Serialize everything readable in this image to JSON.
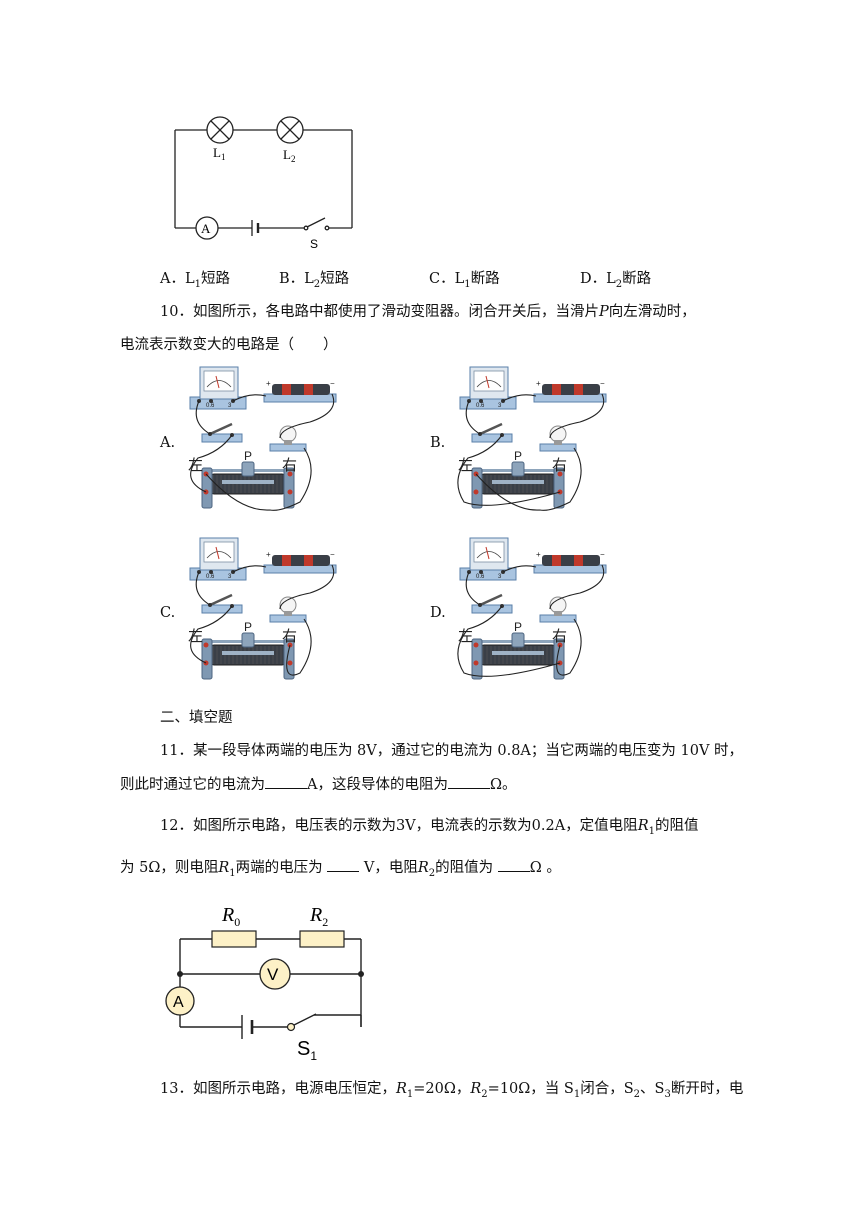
{
  "q9": {
    "circuit": {
      "l1": "L",
      "l1_sub": "1",
      "l2": "L",
      "l2_sub": "2",
      "ammeter": "A",
      "switch": "S"
    },
    "options": [
      {
        "letter": "A．",
        "pre": "L",
        "sub": "1",
        "post": "短路"
      },
      {
        "letter": "B．",
        "pre": "L",
        "sub": "2",
        "post": "短路"
      },
      {
        "letter": "C．",
        "pre": "L",
        "sub": "1",
        "post": "断路"
      },
      {
        "letter": "D．",
        "pre": "L",
        "sub": "2",
        "post": "断路"
      }
    ]
  },
  "q10": {
    "line1_a": "10．如图所示，各电路中都使用了滑动变阻器。闭合开关后，当滑片",
    "line1_p": "P",
    "line1_b": "向左滑动时，",
    "line2": "电流表示数变大的电路是（　　）",
    "labels": [
      "A.",
      "B.",
      "C.",
      "D."
    ],
    "left": "左",
    "right": "右",
    "slider": "P",
    "meter_scale_a": "0.6",
    "meter_scale_b": "3",
    "battery_plus": "+",
    "battery_minus": "−"
  },
  "section2": {
    "title": "二、填空题"
  },
  "q11": {
    "line1": "11．某一段导体两端的电压为 8V，通过它的电流为 0.8A；当它两端的电压变为 10V 时，",
    "line2_a": "则此时通过它的电流为",
    "line2_b": "A，这段导体的电阻为",
    "line2_c": "Ω。"
  },
  "q12": {
    "line1_a": "12．如图所示电路，电压表的示数为",
    "line1_v": "3V",
    "line1_b": "，电流表的示数为",
    "line1_i": "0.2A",
    "line1_c": "，定值电阻",
    "line1_r": "R",
    "line1_rsub": "1",
    "line1_d": "的阻值",
    "line2_a": "为",
    "line2_val": "5Ω",
    "line2_b": "，则电阻",
    "line2_r": "R",
    "line2_rsub": "1",
    "line2_c": "两端的电压为",
    "line2_d": "V，电阻",
    "line2_r2": "R",
    "line2_r2sub": "2",
    "line2_e": "的阻值为",
    "line2_f": "Ω 。",
    "circuit": {
      "r0": "R",
      "r0_sub": "0",
      "r2": "R",
      "r2_sub": "2",
      "voltmeter": "V",
      "ammeter": "A",
      "switch": "S",
      "switch_sub": "1"
    }
  },
  "q13": {
    "line1_a": "13．如图所示电路，电源电压恒定，",
    "r1": "R",
    "r1_sub": "1",
    "r1_val": "=20Ω，",
    "r2": "R",
    "r2_sub": "2",
    "r2_val": "=10Ω，当 S",
    "s1_sub": "1",
    "line1_b": "闭合，S",
    "s2_sub": "2",
    "line1_c": "、S",
    "s3_sub": "3",
    "line1_d": "断开时，电"
  },
  "colors": {
    "device_blue": "#a9c4e0",
    "device_dark": "#5a7fa8",
    "coil_dark": "#3a3f47",
    "terminal_red": "#c0392b",
    "resistor_fill": "#fdf1c7",
    "meter_fill": "#fdf1c7"
  }
}
